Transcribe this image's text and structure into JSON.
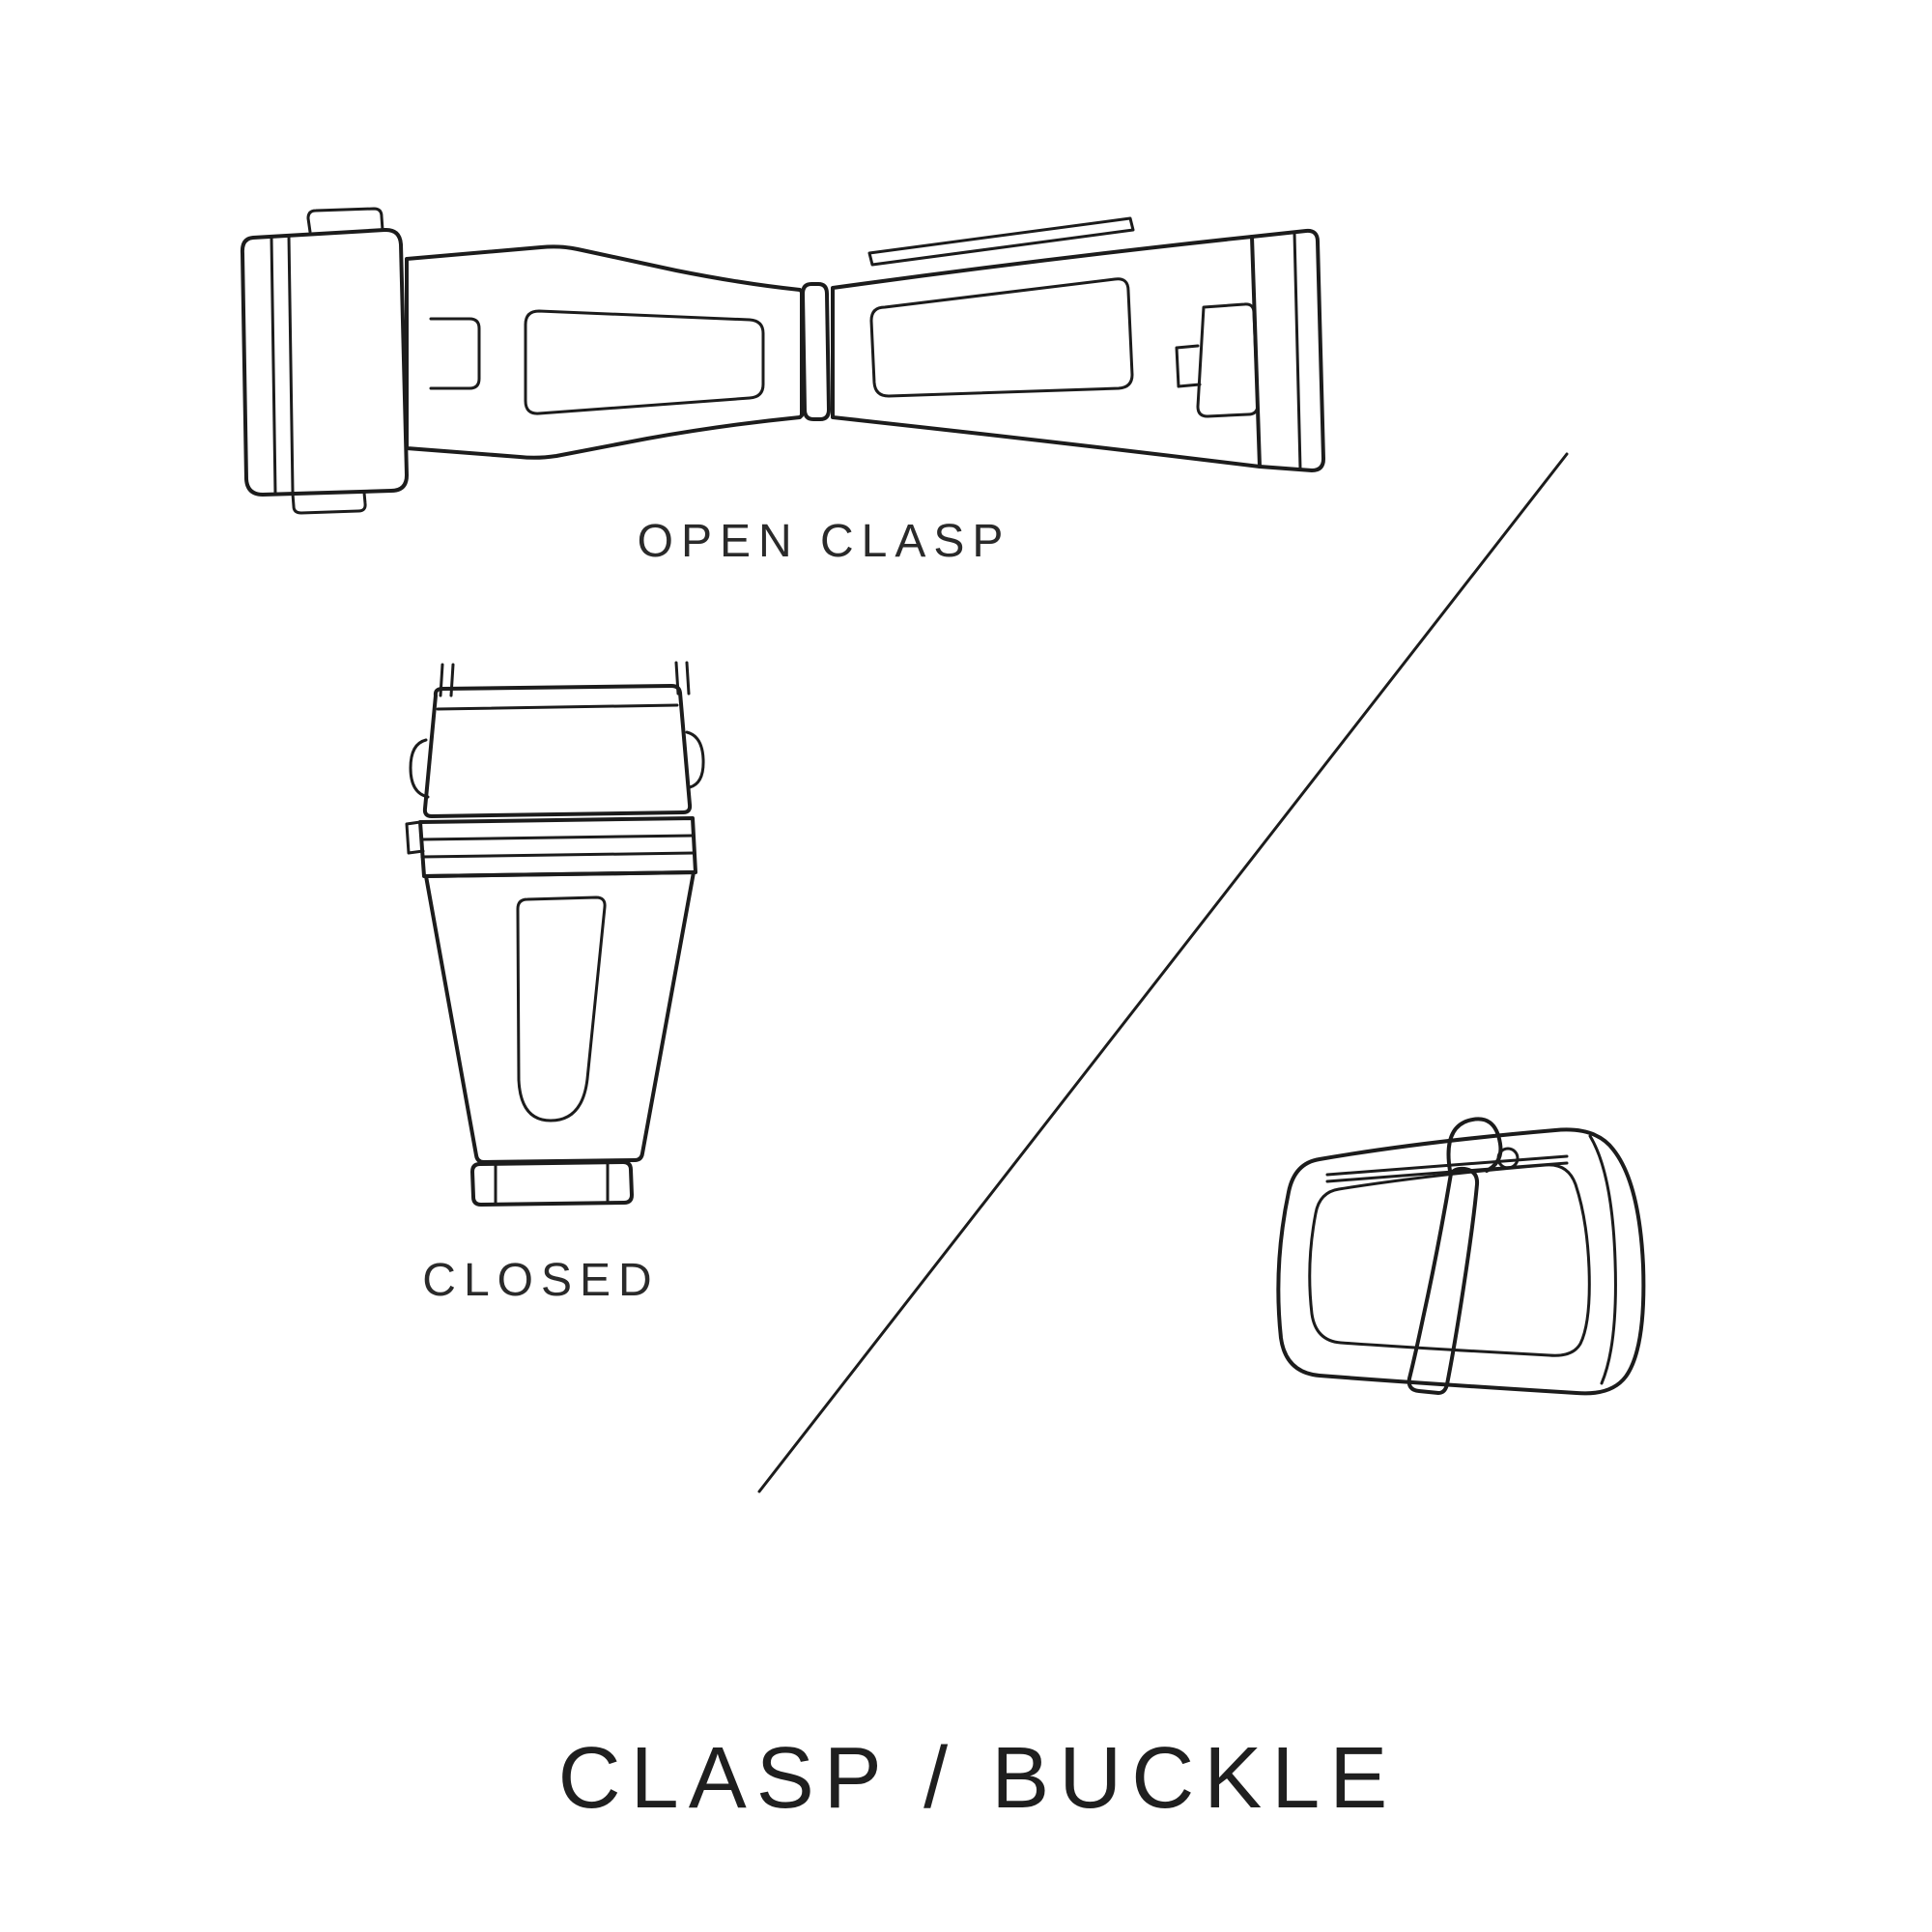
{
  "canvas": {
    "background": "#ffffff",
    "ink": "#1c1c1c",
    "width": "2000",
    "height": "2000"
  },
  "labels": {
    "open_clasp": "OPEN CLASP",
    "closed": "CLOSED"
  },
  "title": "CLASP / BUCKLE",
  "figures": {
    "open_clasp": "open-deployant-clasp-line-drawing",
    "closed_clasp": "closed-clasp-line-drawing",
    "buckle": "tang-buckle-line-drawing",
    "divider": "diagonal-divider-line"
  }
}
